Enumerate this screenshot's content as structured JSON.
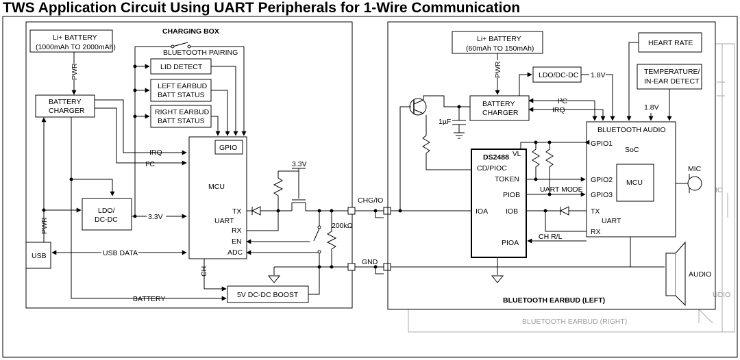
{
  "title": "TWS Application Circuit Using UART Peripherals for 1-Wire Communication",
  "charging_box": {
    "label": "CHARGING BOX",
    "battery_line1": "Li+ BATTERY",
    "battery_line2": "(1000mAh TO 2000mAh)",
    "pwr1": "PWR",
    "pwr2": "PWR",
    "charger_line1": "BATTERY",
    "charger_line2": "CHARGER",
    "bt_pairing": "BLUETOOTH PAIRING",
    "lid_detect": "LID DETECT",
    "left_batt_line1": "LEFT EARBUD",
    "left_batt_line2": "BATT STATUS",
    "right_batt_line1": "RIGHT EARBUD",
    "right_batt_line2": "BATT STATUS",
    "gpio": "GPIO",
    "irq": "IRQ",
    "i2c": "I²C",
    "mcu": "MCU",
    "ldo_line1": "LDO/",
    "ldo_line2": "DC-DC",
    "v33": "3.3V",
    "tx": "TX",
    "uart": "UART",
    "rx": "RX",
    "en": "EN",
    "adc": "ADC",
    "usb": "USB",
    "usb_data": "USB DATA",
    "ch": "CH",
    "battery": "BATTERY",
    "boost": "5V DC-DC BOOST",
    "v33_top": "3.3V",
    "r200k": "200kΩ",
    "chg_io": "CHG/IO",
    "gnd": "GND"
  },
  "earbud": {
    "label": "BLUETOOTH EARBUD (LEFT)",
    "right_label": "BLUETOOTH EARBUD (RIGHT)",
    "battery_line1": "Li+ BATTERY",
    "battery_line2": "(60mAh TO 150mAh)",
    "pwr": "PWR",
    "ldo": "LDO/DC-DC",
    "v18_a": "1.8V",
    "v18_b": "1.8V",
    "charger_line1": "BATTERY",
    "charger_line2": "CHARGER",
    "i2c": "I²C",
    "irq": "IRQ",
    "cap": "1µF",
    "heart_rate": "HEART RATE",
    "temp_line1": "TEMPERATURE/",
    "temp_line2": "IN-EAR DETECT",
    "soc_line1": "BLUETOOTH AUDIO",
    "soc_line2": "SoC",
    "mcu": "MCU",
    "gpio1": "GPIO1",
    "gpio2": "GPIO2",
    "gpio3": "GPIO3",
    "tx": "TX",
    "uart": "UART",
    "rx": "RX",
    "ds_name": "DS2488",
    "ds_vl": "VL",
    "cd_pioc": "CD/PIOC",
    "token": "TOKEN",
    "piob": "PIOB",
    "ioa": "IOA",
    "iob": "IOB",
    "pioa": "PIOA",
    "uart_mode": "UART MODE",
    "ch_rl": "CH R/L",
    "mic": "MIC",
    "audio": "AUDIO",
    "ghost_ic": "IC",
    "ghost_udio": "UDIO"
  },
  "colors": {
    "line": "#000000",
    "ghost": "#aaaaaa",
    "background": "#ffffff"
  }
}
